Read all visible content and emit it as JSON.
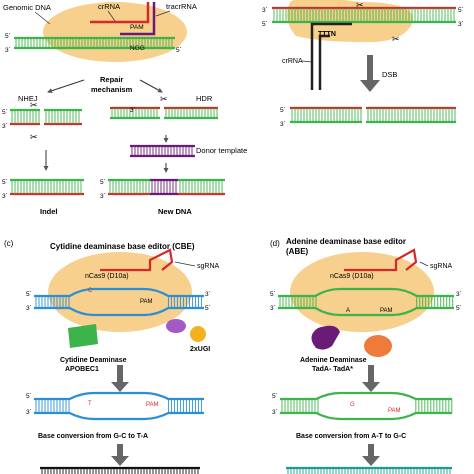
{
  "panel_a": {
    "genomic_dna": "Genomic DNA",
    "crrna": "crRNA",
    "tracrrna": "tracrRNA",
    "pam": "PAM",
    "ngg": "NGG",
    "repair_1": "Repair",
    "repair_2": "mechanism",
    "nhej": "NHEJ",
    "hdr": "HDR",
    "donor_template": "Donor template",
    "indel": "Indel",
    "new_dna": "New DNA"
  },
  "panel_b": {
    "tttn": "TTTN",
    "crrna": "crRNA",
    "dsb": "DSB"
  },
  "panel_c": {
    "label": "(c)",
    "title": "Cytidine deaminase base editor (CBE)",
    "ncas9": "nCas9 (D10a)",
    "sgrna": "sgRNA",
    "c_base": "C",
    "t_base": "T",
    "pam": "PAM",
    "enzyme_1": "Cytidine Deaminase",
    "enzyme_2": "APOBEC1",
    "ugi": "2xUGI",
    "conversion": "Base conversion from G-C to T-A"
  },
  "panel_d": {
    "label": "(d)",
    "title_1": "Adenine deaminase base editor",
    "title_2": "(ABE)",
    "ncas9": "nCas9 (D10a)",
    "sgrna": "sgRNA",
    "a_base": "A",
    "g_base": "G",
    "pam": "PAM",
    "enzyme_1": "Adenine Deaminase",
    "enzyme_2": "TadA- TadA*",
    "conversion": "Base conversion from A-T to G-C"
  },
  "ends": {
    "five": "5´",
    "three": "3´"
  },
  "colors": {
    "green": "#3db44b",
    "red": "#d62828",
    "purple": "#6a1b78",
    "blue": "#2a8fd6",
    "teal": "#1a9e8f",
    "blob": "#f6d08c",
    "arrow": "#555555"
  }
}
